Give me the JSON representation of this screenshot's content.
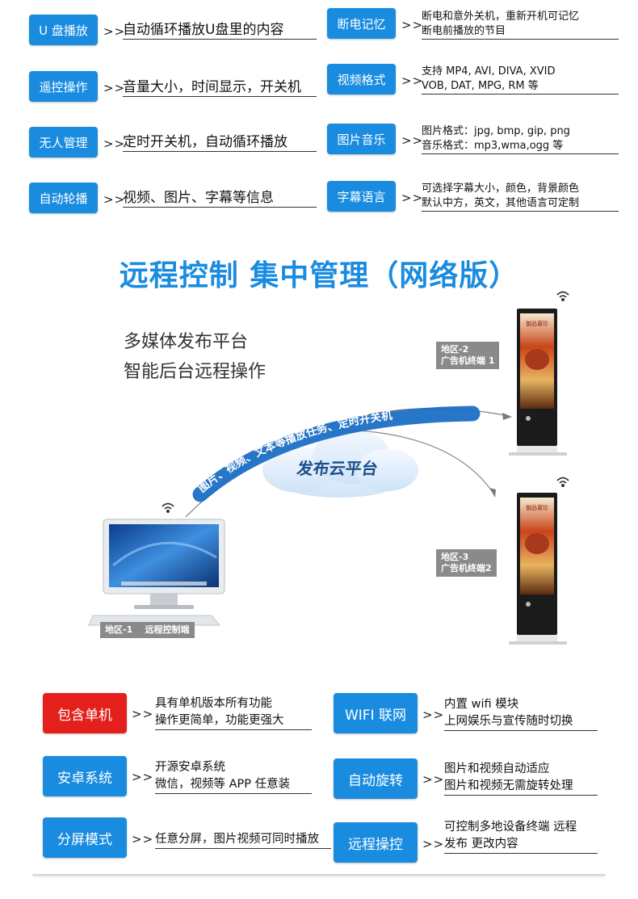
{
  "top_features": {
    "left": [
      {
        "tag": "U 盘播放",
        "desc": "自动循环播放U盘里的内容"
      },
      {
        "tag": "遥控操作",
        "desc": "音量大小，时间显示，开关机"
      },
      {
        "tag": "无人管理",
        "desc": "定时开关机，自动循环播放"
      },
      {
        "tag": "自动轮播",
        "desc": "视频、图片、字幕等信息"
      }
    ],
    "right": [
      {
        "tag": "断电记忆",
        "line1": "断电和意外关机，重新开机可记忆",
        "line2": "断电前播放的节目"
      },
      {
        "tag": "视频格式",
        "line1": "支持 MP4, AVI, DIVA, XVID",
        "line2": "VOB, DAT, MPG, RM 等"
      },
      {
        "tag": "图片音乐",
        "line1": "图片格式：jpg, bmp, gip, png",
        "line2": "音乐格式：mp3,wma,ogg 等"
      },
      {
        "tag": "字幕语言",
        "line1": "可选择字幕大小，颜色，背景颜色",
        "line2": "默认中方，英文，其他语言可定制"
      }
    ]
  },
  "arrow_text": ">>",
  "network": {
    "title": "远程控制 集中管理（网络版）",
    "slogan_line1": "多媒体发布平台",
    "slogan_line2": "智能后台远程操作",
    "arc_text": "图片、视频、文本等播放任务、定时开关机",
    "cloud_label": "发布云平台",
    "terminal1": {
      "line1": "地区-2",
      "line2": "广告机终端 1"
    },
    "terminal2": {
      "line1": "地区-3",
      "line2": "广告机终端2"
    },
    "pc_label": "地区-1    远程控制端",
    "screen_title": "御品莆珍"
  },
  "bottom_features": {
    "left": [
      {
        "tag": "包含单机",
        "line1": "具有单机版本所有功能",
        "line2": "操作更简单，功能更强大",
        "accent": "#e3201b"
      },
      {
        "tag": "安卓系统",
        "line1": "开源安卓系统",
        "line2": "微信，视频等 APP 任意装"
      },
      {
        "tag": "分屏模式",
        "line1": "任意分屏，图片视频可同时播放",
        "line2": ""
      }
    ],
    "right": [
      {
        "tag": "WIFI 联网",
        "line1": "内置 wifi 模块",
        "line2": "上网娱乐与宣传随时切换"
      },
      {
        "tag": "自动旋转",
        "line1": "图片和视频自动适应",
        "line2": "图片和视频无需旋转处理"
      },
      {
        "tag": "远程操控",
        "line1": "可控制多地设备终端 远程",
        "line2": "发布 更改内容"
      }
    ]
  },
  "colors": {
    "accent_blue": "#1a8ce0",
    "accent_red": "#e3201b"
  }
}
